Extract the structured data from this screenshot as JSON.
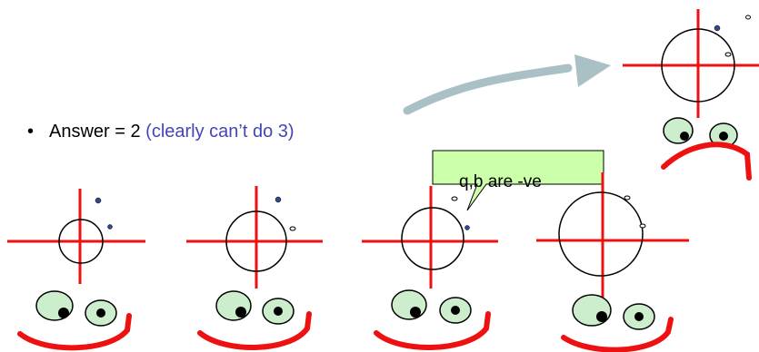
{
  "bullet": {
    "marker": "•",
    "main_text": "Answer = 2",
    "aside_text": "(clearly can’t do 3)"
  },
  "callout": {
    "text": "q,b are -ve"
  },
  "colors": {
    "axis": "#ee1111",
    "frown": "#ee1111",
    "eye_fill": "#cceecc",
    "arrow": "#a9c0c4",
    "callout_fill": "#ccffaa",
    "filled_point": "#2d4a8a",
    "aside_text": "#4444bb"
  },
  "icons": [
    "cross-axes",
    "circle",
    "filled-point",
    "hollow-point",
    "eye",
    "frown",
    "curved-arrow"
  ]
}
